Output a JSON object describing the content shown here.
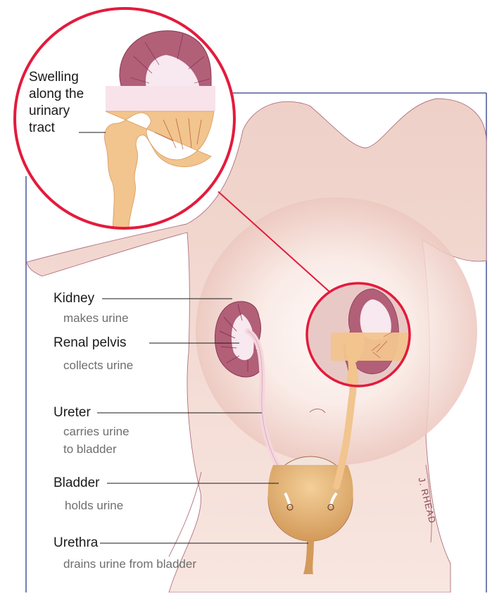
{
  "zoom_callout": {
    "lines": [
      "Swelling",
      "along the",
      "urinary",
      "tract"
    ]
  },
  "labels": [
    {
      "key": "kidney",
      "name": "Kidney",
      "desc": [
        "makes urine"
      ]
    },
    {
      "key": "renal_pelvis",
      "name": "Renal pelvis",
      "desc": [
        "collects urine"
      ]
    },
    {
      "key": "ureter",
      "name": "Ureter",
      "desc": [
        "carries urine",
        "to bladder"
      ]
    },
    {
      "key": "bladder",
      "name": "Bladder",
      "desc": [
        "holds urine"
      ]
    },
    {
      "key": "urethra",
      "name": "Urethra",
      "desc": [
        "drains urine from bladder"
      ]
    }
  ],
  "signature": "J. RHEAD",
  "colors": {
    "border_blue": "#2b3a8f",
    "callout_red": "#e31b3c",
    "skin": "#f3d9d2",
    "kidney": "#b25f78",
    "urine": "#f2c48e",
    "bladder": "#d9a869"
  }
}
